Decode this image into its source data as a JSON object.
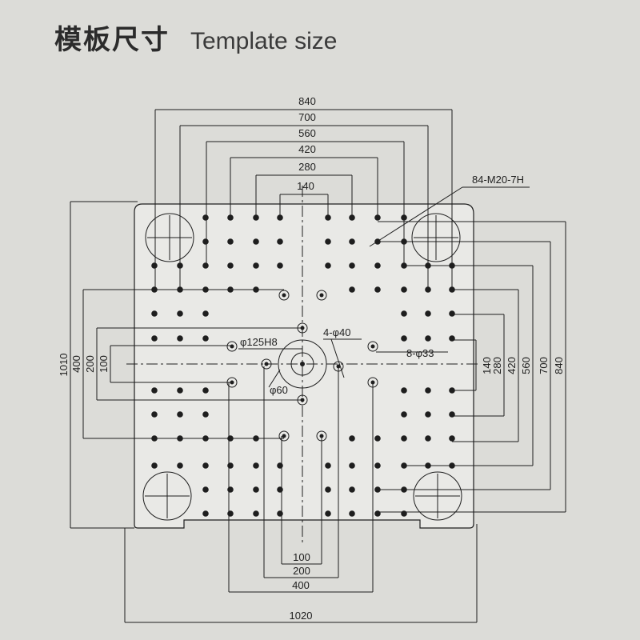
{
  "header": {
    "title_cn": "模板尺寸",
    "title_en": "Template size"
  },
  "dimensions": {
    "top": [
      "840",
      "700",
      "560",
      "420",
      "280",
      "140"
    ],
    "right": [
      "140",
      "280",
      "420",
      "560",
      "700",
      "840"
    ],
    "left": [
      "1010",
      "400",
      "200",
      "100"
    ],
    "bottom": [
      "100",
      "200",
      "400",
      "1020"
    ]
  },
  "callouts": {
    "thread": "84-M20-7H",
    "locating_ring": "φ125H8",
    "nozzle": "φ60",
    "ejector_large": "4-φ40",
    "ejector_small": "8-φ33"
  },
  "colors": {
    "background": "#dcdcd8",
    "plate": "#e9e9e6",
    "ink": "#1e1e1e"
  }
}
